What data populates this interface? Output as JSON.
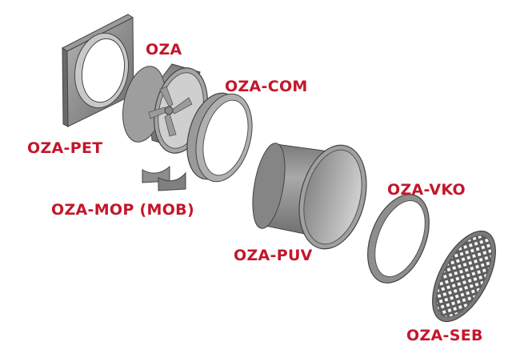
{
  "diagram": {
    "type": "exploded-view",
    "subject": "axial fan assembly with accessories",
    "label_color": "#c4162a",
    "parts": [
      {
        "id": "pet",
        "label": "OZA-PET",
        "shape": "square-flange-plate"
      },
      {
        "id": "oza",
        "label": "OZA",
        "shape": "axial-fan-housing"
      },
      {
        "id": "com",
        "label": "OZA-COM",
        "shape": "flexible-connector-ring"
      },
      {
        "id": "mop",
        "label": "OZA-MOP (MOB)",
        "shape": "mounting-brackets"
      },
      {
        "id": "puv",
        "label": "OZA-PUV",
        "shape": "duct-extension-cylinder"
      },
      {
        "id": "vko",
        "label": "OZA-VKO",
        "shape": "inlet-cone-ring"
      },
      {
        "id": "seb",
        "label": "OZA-SEB",
        "shape": "protective-grille"
      }
    ]
  }
}
